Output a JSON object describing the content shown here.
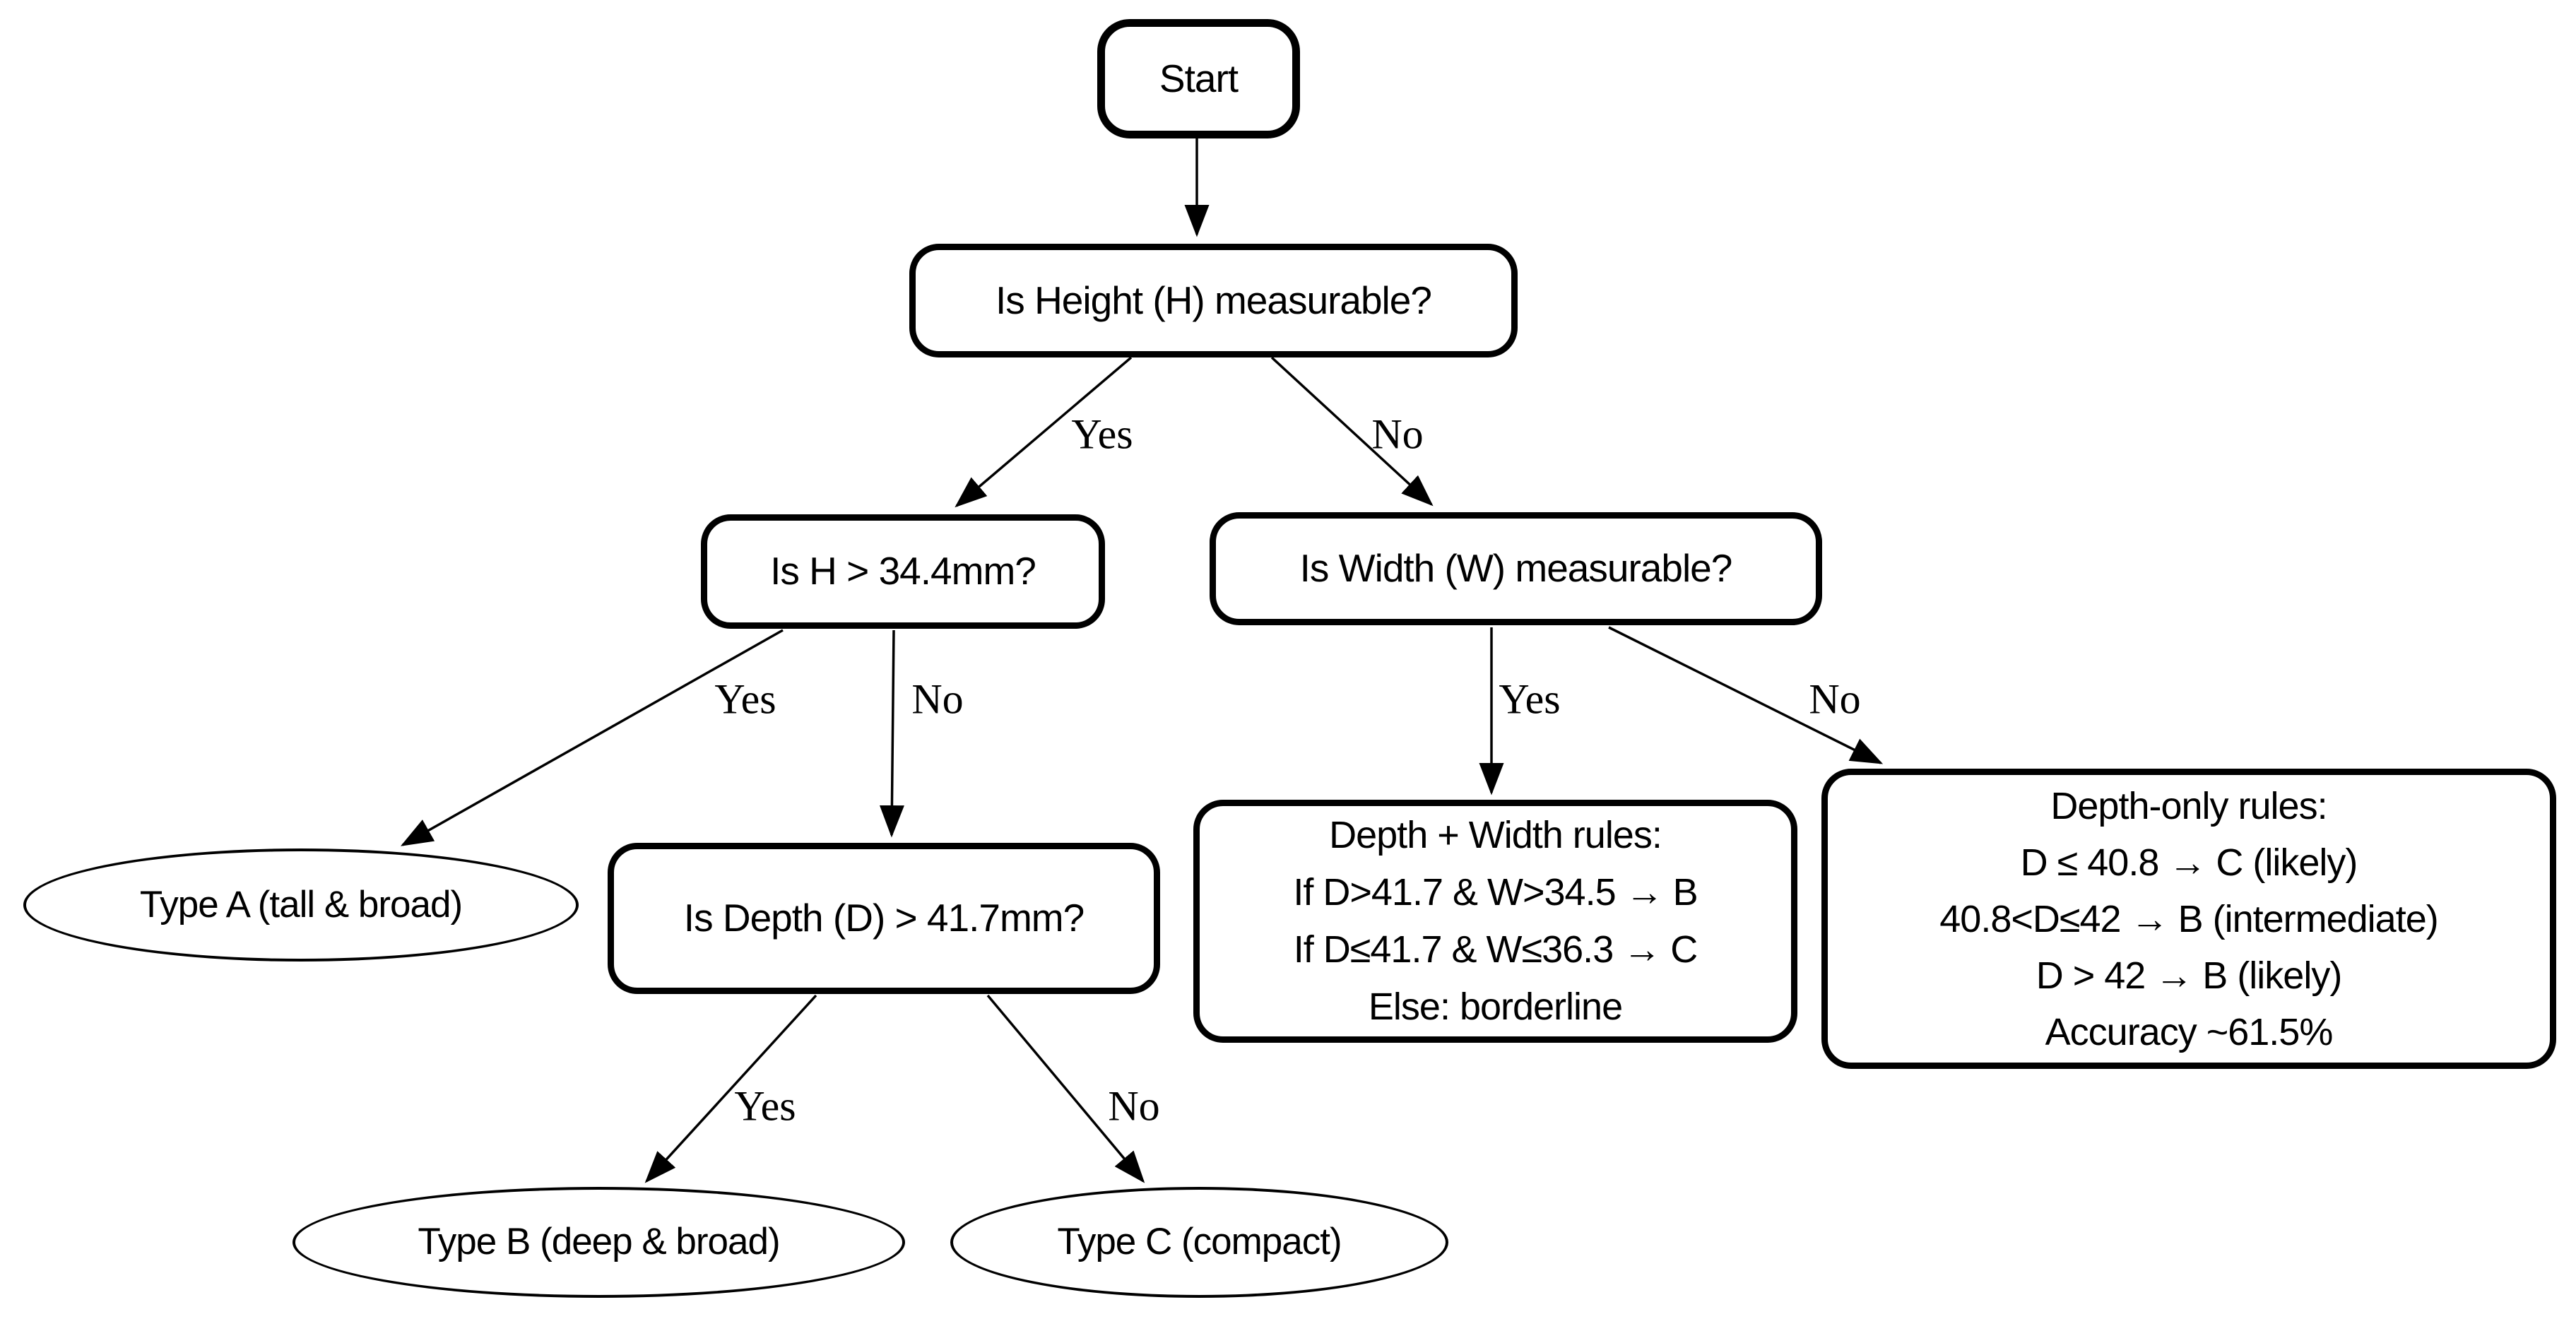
{
  "diagram": {
    "type": "decision-tree-flowchart",
    "colors": {
      "background": "#ffffff",
      "node_fill": "#ffffff",
      "node_border": "#000000",
      "text": "#000000",
      "edge": "#000000"
    },
    "nodes": {
      "start": {
        "shape": "rounded-rect",
        "label": "Start"
      },
      "height_q": {
        "shape": "rounded-rect",
        "label": "Is Height (H) measurable?"
      },
      "h_thresh_q": {
        "shape": "rounded-rect",
        "label": "Is H > 34.4mm?"
      },
      "width_q": {
        "shape": "rounded-rect",
        "label": "Is Width (W) measurable?"
      },
      "type_a": {
        "shape": "ellipse",
        "label": "Type A (tall & broad)"
      },
      "depth_q": {
        "shape": "rounded-rect",
        "label": "Is Depth (D) > 41.7mm?"
      },
      "type_b": {
        "shape": "ellipse",
        "label": "Type B (deep & broad)"
      },
      "type_c": {
        "shape": "ellipse",
        "label": "Type C (compact)"
      },
      "depth_width_rules": {
        "shape": "rounded-rect",
        "lines": [
          "Depth + Width rules:",
          "If D>41.7 & W>34.5 → B",
          "If D≤41.7 & W≤36.3 → C",
          "Else: borderline"
        ]
      },
      "depth_only_rules": {
        "shape": "rounded-rect",
        "lines": [
          "Depth-only rules:",
          "D ≤ 40.8 → C (likely)",
          "40.8<D≤42 → B (intermediate)",
          "D > 42 → B (likely)",
          "Accuracy ~61.5%"
        ]
      }
    },
    "edges": [
      {
        "from": "start",
        "to": "height_q",
        "label": ""
      },
      {
        "from": "height_q",
        "to": "h_thresh_q",
        "label": "Yes"
      },
      {
        "from": "height_q",
        "to": "width_q",
        "label": "No"
      },
      {
        "from": "h_thresh_q",
        "to": "type_a",
        "label": "Yes"
      },
      {
        "from": "h_thresh_q",
        "to": "depth_q",
        "label": "No"
      },
      {
        "from": "depth_q",
        "to": "type_b",
        "label": "Yes"
      },
      {
        "from": "depth_q",
        "to": "type_c",
        "label": "No"
      },
      {
        "from": "width_q",
        "to": "depth_width_rules",
        "label": "Yes"
      },
      {
        "from": "width_q",
        "to": "depth_only_rules",
        "label": "No"
      }
    ]
  }
}
